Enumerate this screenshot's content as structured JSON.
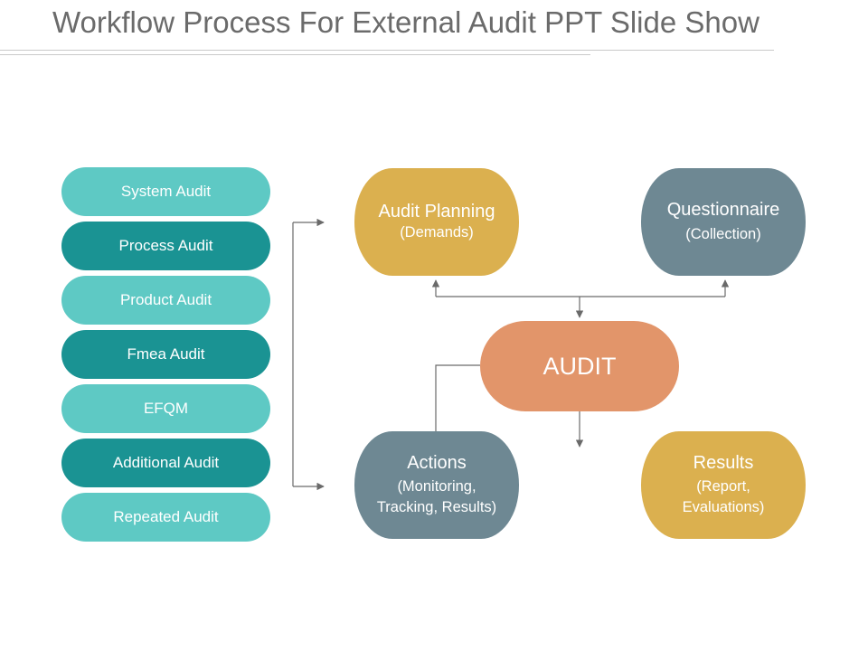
{
  "title": "Workflow Process For External Audit PPT Slide Show",
  "audit_types": [
    {
      "label": "System Audit",
      "color": "#5ec9c4"
    },
    {
      "label": "Process Audit",
      "color": "#1a9393"
    },
    {
      "label": "Product Audit",
      "color": "#5ec9c4"
    },
    {
      "label": "Fmea Audit",
      "color": "#1a9393"
    },
    {
      "label": "EFQM",
      "color": "#5ec9c4"
    },
    {
      "label": "Additional Audit",
      "color": "#1a9393"
    },
    {
      "label": "Repeated Audit",
      "color": "#5ec9c4"
    }
  ],
  "nodes": {
    "planning": {
      "title": "Audit Planning",
      "sub1": "(Demands)",
      "color": "#dbb04f"
    },
    "questionnaire": {
      "title": "Questionnaire",
      "sub1": "(Collection)",
      "color": "#6e8893"
    },
    "audit": {
      "title": "AUDIT",
      "color": "#e2956a"
    },
    "actions": {
      "title": "Actions",
      "sub1": "(Monitoring,",
      "sub2": "Tracking, Results)",
      "color": "#6e8893"
    },
    "results": {
      "title": "Results",
      "sub1": "(Report,",
      "sub2": "Evaluations)",
      "color": "#dbb04f"
    }
  }
}
